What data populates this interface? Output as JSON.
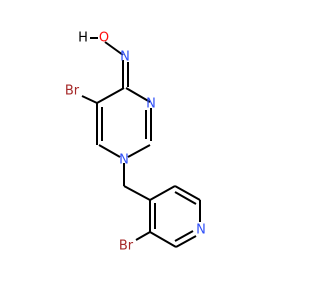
{
  "colors": {
    "bond": "#000000",
    "oxygen": "#ff0d0d",
    "nitrogen": "#3050f8",
    "bromine": "#a62929",
    "hydrogen": "#000000",
    "background": "#ffffff"
  },
  "atoms": {
    "hydroxyl_h": "H",
    "hydroxyl_o": "O",
    "oxime_n": "N",
    "ring_n3": "N",
    "ring_n1": "N",
    "pyridine_n": "N",
    "br_pyrimidine": "Br",
    "br_pyridine": "Br"
  }
}
